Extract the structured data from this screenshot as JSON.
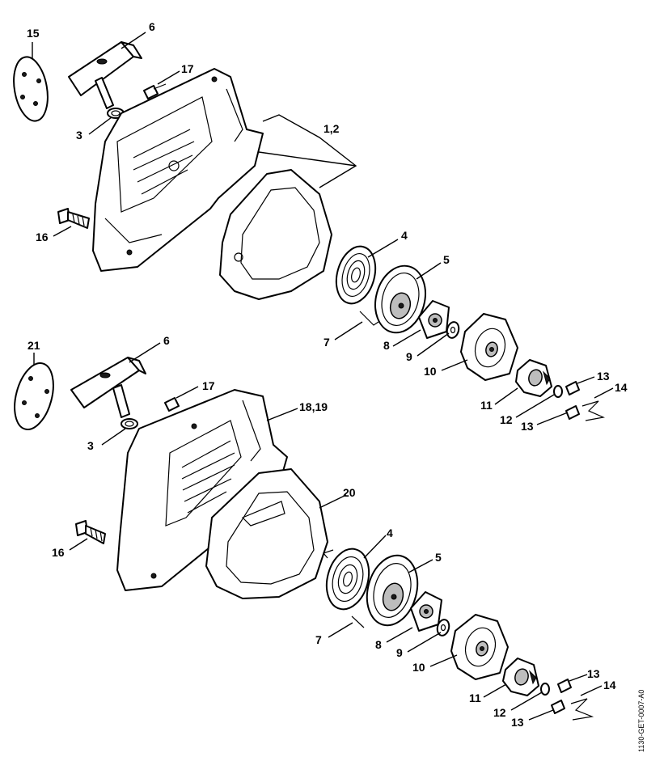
{
  "reference_code": "1130-GET-0007-A0",
  "labels": {
    "top": {
      "l15": "15",
      "l6": "6",
      "l17": "17",
      "l3": "3",
      "l12g": "1,2",
      "l16": "16",
      "l4": "4",
      "l5": "5",
      "l7": "7",
      "l8": "8",
      "l9": "9",
      "l10": "10",
      "l11": "11",
      "l12": "12",
      "l13a": "13",
      "l13b": "13",
      "l14": "14"
    },
    "bottom": {
      "l21": "21",
      "l6": "6",
      "l17": "17",
      "l1819": "18,19",
      "l3": "3",
      "l20": "20",
      "l16": "16",
      "l4": "4",
      "l5": "5",
      "l7": "7",
      "l8": "8",
      "l9": "9",
      "l10": "10",
      "l11": "11",
      "l12": "12",
      "l13a": "13",
      "l13b": "13",
      "l14": "14"
    }
  }
}
